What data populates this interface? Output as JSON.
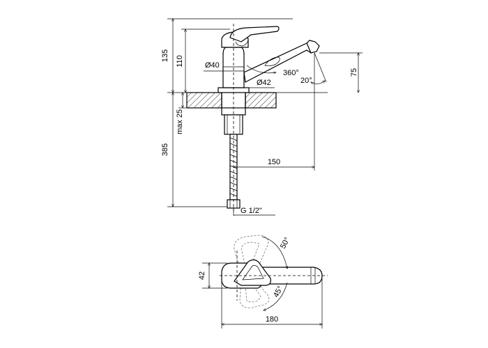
{
  "dimensions": {
    "height_total": "135",
    "height_body": "110",
    "diameter_body": "Ø40",
    "diameter_base": "Ø42",
    "rotation": "360°",
    "spout_angle": "20°",
    "spout_height": "75",
    "counter_max": "max 25",
    "hose_length": "385",
    "spout_reach": "150",
    "thread": "G 1/2\"",
    "plan_width": "42",
    "plan_length": "180",
    "lever_angle_top": "50°",
    "lever_angle_bottom": "45°"
  },
  "colors": {
    "line": "#000000",
    "background": "#ffffff",
    "ghost": "#777777"
  }
}
